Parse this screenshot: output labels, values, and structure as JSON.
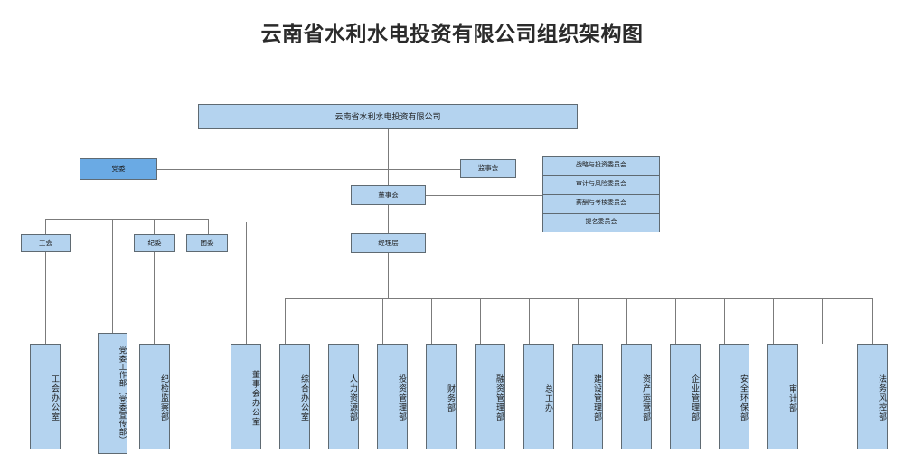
{
  "chart_title": "云南省水利水电投资有限公司组织架构图",
  "root": {
    "label": "云南省水利水电投资有限公司"
  },
  "governance": {
    "party_committee": "党委",
    "supervisory_board": "监事会",
    "board_of_directors": "董事会",
    "management": "经理层"
  },
  "board_committees": [
    {
      "label": "战略与投资委员会"
    },
    {
      "label": "审计与风险委员会"
    },
    {
      "label": "薪酬与考核委员会"
    },
    {
      "label": "提名委员会"
    }
  ],
  "party_branches": [
    {
      "label": "工会"
    },
    {
      "label": "纪委"
    },
    {
      "label": "团委"
    }
  ],
  "party_departments": [
    {
      "label": "工会办公室"
    },
    {
      "label": "党委工作部（党委宣传部）"
    },
    {
      "label": "纪检监察部"
    }
  ],
  "departments": [
    {
      "label": "董事会办公室"
    },
    {
      "label": "综合办公室"
    },
    {
      "label": "人力资源部"
    },
    {
      "label": "投资管理部"
    },
    {
      "label": "财务部"
    },
    {
      "label": "融资管理部"
    },
    {
      "label": "总工办"
    },
    {
      "label": "建设管理部"
    },
    {
      "label": "资产运营部"
    },
    {
      "label": "企业管理部"
    },
    {
      "label": "安全环保部"
    },
    {
      "label": "审计部"
    },
    {
      "label": "法务风控部"
    }
  ],
  "colors": {
    "node_fill": "#b4d3ef",
    "node_accent_fill": "#6aaae4",
    "node_border": "#5f6a72",
    "connector": "#7b7b7b",
    "title_text": "#2b2b2b",
    "background": "#ffffff"
  }
}
